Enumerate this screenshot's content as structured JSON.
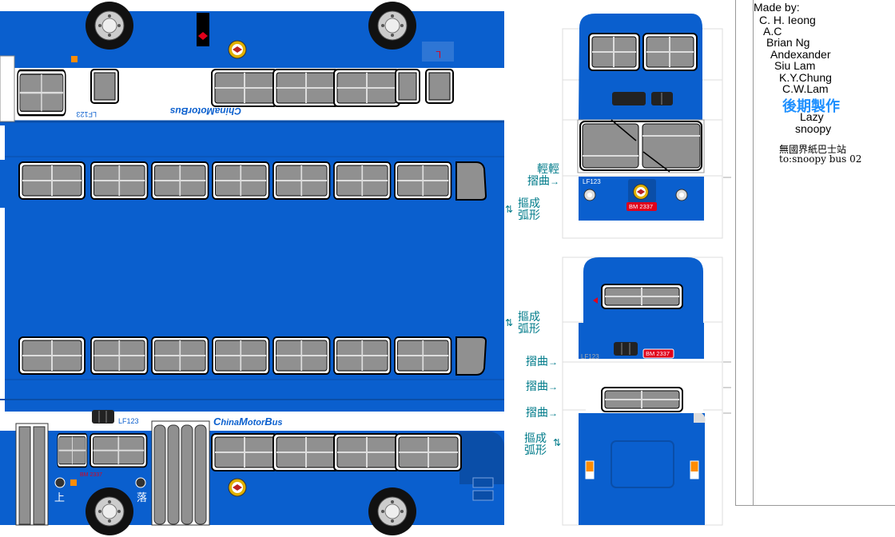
{
  "credits": {
    "heading": "Made by:",
    "names": [
      "C. H. Ieong",
      "A.C",
      "Brian Ng",
      "Andexander",
      "Siu Lam",
      "K.Y.Chung",
      "C.W.Lam"
    ],
    "highlight": "後期製作",
    "names2": [
      "Lazy",
      "snoopy"
    ],
    "site": "無國界紙巴士站",
    "to_line": "to:snoopy bus 02"
  },
  "bus": {
    "fleet_no": "LF123",
    "reg_plate": "BM 2337",
    "brand_text": "ChinaMotorBus",
    "brand_parts": [
      "C",
      "hina",
      "M",
      "otor",
      "B",
      "us"
    ],
    "door_labels": [
      "上",
      "落"
    ],
    "colors": {
      "body": "#0a5fce",
      "body_dark": "#0a4ea8",
      "cream": "#ffffff",
      "window": "#909090",
      "plate": "#e0001b",
      "annotation": "#007b8a"
    }
  },
  "annotations": {
    "light_fold": [
      "輕輕",
      "摺曲"
    ],
    "curve": [
      "摳成",
      "弧形"
    ],
    "fold": "摺曲"
  }
}
